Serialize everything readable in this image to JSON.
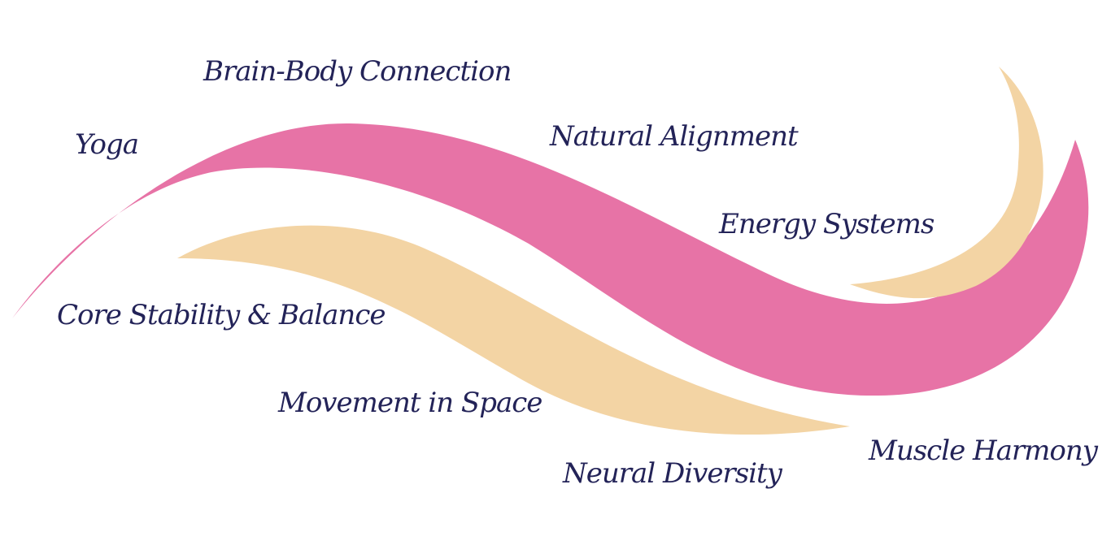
{
  "colors": {
    "pink": "#E773A6",
    "tan": "#F3D4A4",
    "text": "#232358"
  },
  "labels": {
    "yoga": "Yoga",
    "brain_body": "Brain-Body Connection",
    "natural_alignment": "Natural Alignment",
    "energy_systems": "Energy Systems",
    "core_stability": "Core Stability & Balance",
    "movement_in_space": "Movement in Space",
    "neural_diversity": "Neural Diversity",
    "muscle_harmony": "Muscle Harmony"
  }
}
